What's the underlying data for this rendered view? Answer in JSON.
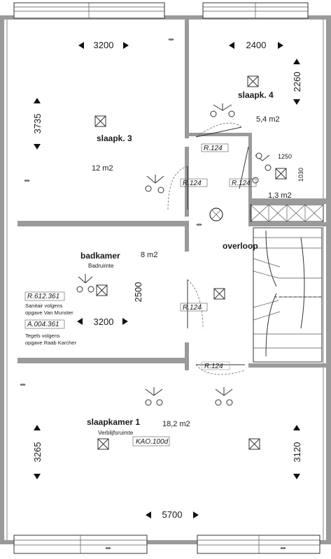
{
  "rooms": {
    "slaapk3": {
      "name": "slaapk. 3",
      "area": "12 m2",
      "dim_w": "3200",
      "dim_h": "3735"
    },
    "slaapk4": {
      "name": "slaapk. 4",
      "area": "5,4 m2",
      "dim_w": "2400",
      "dim_h": "2260"
    },
    "badkamer": {
      "name": "badkamer",
      "sub": "Badruimte",
      "area": "8 m2",
      "dim_w": "3200",
      "dim_h": "2500",
      "code1": "R.612.361",
      "note1a": "Sanitair volgens",
      "note1b": "opgave Van Munster",
      "code2": "A.004.361",
      "note2a": "Tegels volgens",
      "note2b": "opgave Raab Karcher"
    },
    "overloop": {
      "name": "overloop"
    },
    "kast": {
      "area": "1,3 m2",
      "dim_w": "1250",
      "dim_h": "1030"
    },
    "slaapkamer1": {
      "name": "slaapkamer 1",
      "sub": "Verblijfsruimte",
      "area": "18,2 m2",
      "code": "KAO.100d",
      "dim_w": "5700",
      "dim_h_left": "3265",
      "dim_h_right": "3120"
    }
  },
  "door_codes": [
    "R.124",
    "R.124",
    "R.124",
    "R.124",
    "R.124"
  ],
  "colors": {
    "wall": "#9a9a9a",
    "line": "#333333"
  }
}
